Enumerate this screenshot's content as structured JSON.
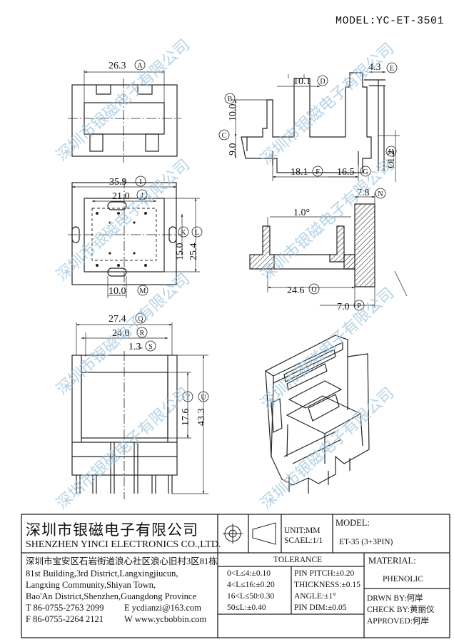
{
  "header": {
    "model": "MODEL:YC-ET-3501"
  },
  "views": {
    "top": {
      "dims": [
        {
          "value": "26.3",
          "mark": "A"
        }
      ]
    },
    "side": {
      "dims": [
        {
          "value": "10.1",
          "mark": "D"
        },
        {
          "value": "4.3",
          "mark": "E"
        },
        {
          "value": "10.0",
          "mark": "B"
        },
        {
          "value": "9.0",
          "mark": "C"
        },
        {
          "value": "18.1",
          "mark": "F"
        },
        {
          "value": "16.5",
          "mark": "G"
        },
        {
          "value": "1.2",
          "mark": "H",
          "prefix": "Ø"
        }
      ]
    },
    "bottom": {
      "dims": [
        {
          "value": "35.9",
          "mark": "I"
        },
        {
          "value": "21.0",
          "mark": "J"
        },
        {
          "value": "15.0",
          "mark": "K"
        },
        {
          "value": "25.4",
          "mark": "L"
        },
        {
          "value": "10.0",
          "mark": "M"
        }
      ]
    },
    "section": {
      "dims": [
        {
          "value": "7.8",
          "mark": "N"
        },
        {
          "value": "1.0°",
          "mark": ""
        },
        {
          "value": "24.6",
          "mark": "O"
        },
        {
          "value": "7.0",
          "mark": "P"
        }
      ]
    },
    "front": {
      "dims": [
        {
          "value": "27.4",
          "mark": "Q"
        },
        {
          "value": "24.0",
          "mark": "R"
        },
        {
          "value": "1.3",
          "mark": "S"
        },
        {
          "value": "17.6",
          "mark": "T"
        },
        {
          "value": "43.3",
          "mark": "U"
        }
      ]
    }
  },
  "watermark": "深圳市银磁电子有限公司",
  "title_block": {
    "company_cn": "深圳市银磁电子有限公司",
    "company_en": "SHENZHEN YINCI ELECTRONICS CO.,LTD.",
    "address_cn": "深圳市宝安区石岩街道浪心社区浪心旧村3区81栋",
    "address_en": [
      "81st Building,3rd District,Langxingjiucun,",
      "Langxing Community,Shiyan Town,",
      "Bao'An District,Shenzhen,Guangdong Province"
    ],
    "tel": "T 86-0755-2763 2099",
    "email": "E ycdianzi@163.com",
    "fax": "F 86-0755-2264 2121",
    "web": "W www.ycbobbin.com",
    "unit": "UNIT:MM",
    "scale": "SCAEL:1/1",
    "model_label": "MODEL:",
    "model_value": "ET-35 (3+3PIN)",
    "tolerance_label": "TOLERANCE",
    "tolerances": [
      "0<L≤4:±0.10",
      "4<L≤16:±0.20",
      "16<L≤50:0.30",
      "50≤L:±0.40"
    ],
    "pin_specs": [
      "PIN PITCH:±0.20",
      "THICKNESS:±0.15",
      "ANGLE:±1°",
      "PIN DIM:±0.05"
    ],
    "material_label": "MATERIAL:",
    "material_value": "PHENOLIC",
    "drawn_by": "DRWN BY:何岸",
    "check_by": "CHECK BY:黄丽仪",
    "approved": "APPROVED:何岸"
  }
}
